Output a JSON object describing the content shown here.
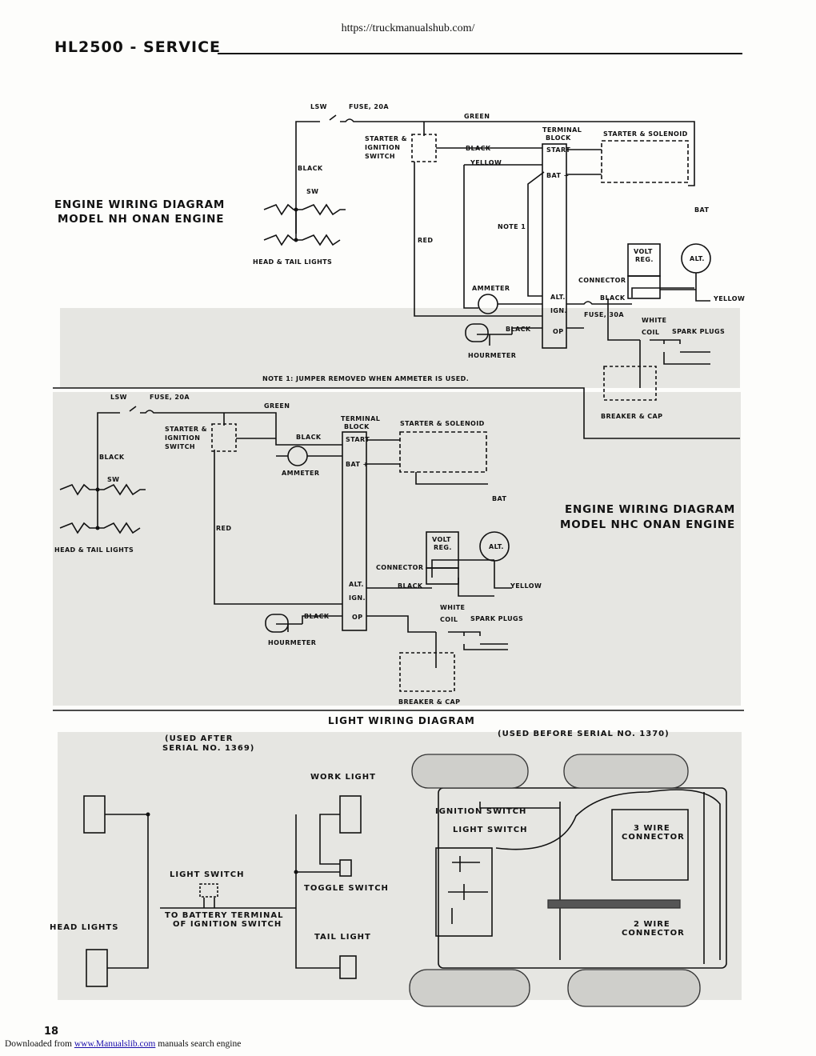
{
  "header": {
    "url": "https://truckmanualshub.com/",
    "title": "HL2500 - SERVICE",
    "page_number": "18"
  },
  "footer": {
    "prefix": "Downloaded from",
    "link": "www.Manualslib.com",
    "suffix": "manuals search engine"
  },
  "nh": {
    "title_line1": "ENGINE WIRING DIAGRAM",
    "title_line2": "MODEL NH ONAN ENGINE",
    "lsw": "LSW",
    "fuse20": "FUSE, 20A",
    "green": "GREEN",
    "starter_switch": [
      "STARTER &",
      "IGNITION",
      "SWITCH"
    ],
    "terminal_block": [
      "TERMINAL",
      "BLOCK"
    ],
    "start": "START",
    "bat_plus": "BAT +",
    "starter_solenoid": "STARTER & SOLENOID",
    "black": "BLACK",
    "yellow": "YELLOW",
    "sw": "SW",
    "bat": "BAT",
    "note1": "NOTE 1",
    "red": "RED",
    "head_tail": "HEAD & TAIL LIGHTS",
    "volt_reg": [
      "VOLT",
      "REG."
    ],
    "alt": "ALT.",
    "connector": "CONNECTOR",
    "ammeter": "AMMETER",
    "alt_t": "ALT.",
    "ign": "IGN.",
    "fuse30": "FUSE, 30A",
    "white": "WHITE",
    "coil": "COIL",
    "spark_plugs": "SPARK PLUGS",
    "op": "OP",
    "hourmeter": "HOURMETER",
    "breaker": "BREAKER & CAP",
    "note_text": "NOTE 1: JUMPER REMOVED WHEN AMMETER IS USED."
  },
  "nhc": {
    "title_line1": "ENGINE WIRING DIAGRAM",
    "title_line2": "MODEL NHC ONAN ENGINE",
    "lsw": "LSW",
    "fuse20": "FUSE, 20A",
    "green": "GREEN",
    "starter_switch": [
      "STARTER &",
      "IGNITION",
      "SWITCH"
    ],
    "terminal_block": [
      "TERMINAL",
      "BLOCK"
    ],
    "start": "START",
    "bat_plus": "BAT +",
    "starter_solenoid": "STARTER & SOLENOID",
    "black": "BLACK",
    "sw": "SW",
    "ammeter": "AMMETER",
    "bat": "BAT",
    "red": "RED",
    "head_tail": "HEAD & TAIL LIGHTS",
    "volt_reg": [
      "VOLT",
      "REG."
    ],
    "alt": "ALT.",
    "connector": "CONNECTOR",
    "alt_t": "ALT.",
    "ign": "IGN.",
    "yellow": "YELLOW",
    "white": "WHITE",
    "coil": "COIL",
    "spark_plugs": "SPARK PLUGS",
    "op": "OP",
    "hourmeter": "HOURMETER",
    "breaker": "BREAKER & CAP"
  },
  "light": {
    "title": "LIGHT WIRING DIAGRAM",
    "used_after": [
      "(USED AFTER",
      "SERIAL NO. 1369)"
    ],
    "used_before": "(USED BEFORE SERIAL NO. 1370)",
    "work_light": "WORK LIGHT",
    "light_switch": "LIGHT SWITCH",
    "toggle_switch": "TOGGLE SWITCH",
    "to_battery": [
      "TO BATTERY TERMINAL",
      "OF IGNITION SWITCH"
    ],
    "head_lights": "HEAD LIGHTS",
    "tail_light": "TAIL LIGHT",
    "ignition_switch": "IGNITION SWITCH",
    "light_switch2": "LIGHT SWITCH",
    "wire3": [
      "3 WIRE",
      "CONNECTOR"
    ],
    "wire2": [
      "2 WIRE",
      "CONNECTOR"
    ]
  }
}
